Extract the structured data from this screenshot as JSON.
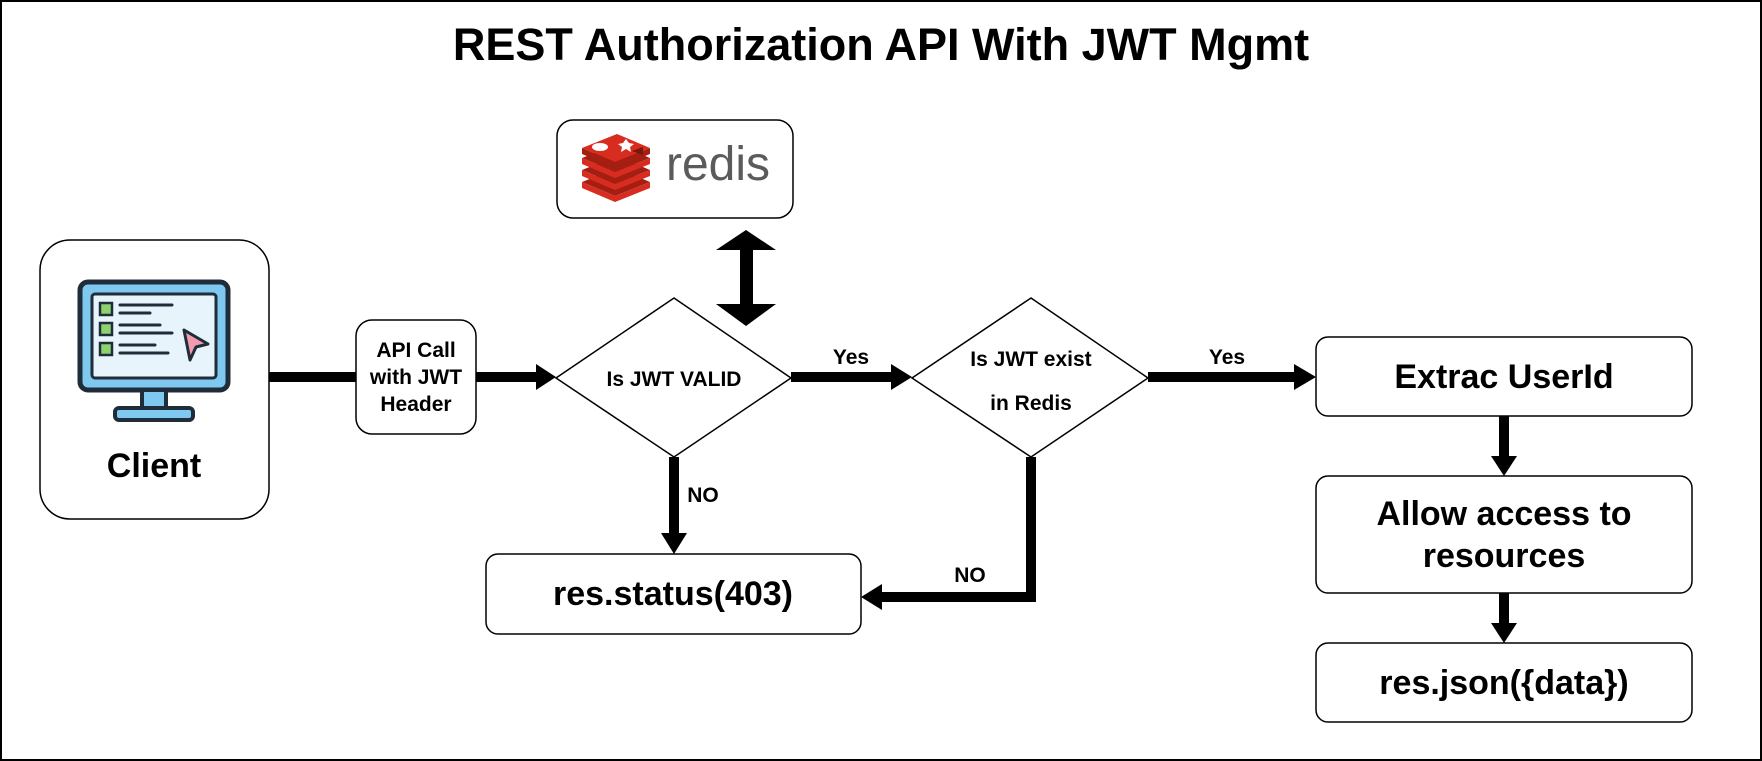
{
  "title": "REST Authorization API With JWT Mgmt",
  "colors": {
    "stroke": "#000000",
    "background": "#ffffff",
    "monitor_screen": "#cfe6f7",
    "monitor_frame": "#1f2d3a",
    "monitor_accent": "#7fc8ef",
    "list_dot": "#8ed16f",
    "cursor": "#f39ab0",
    "redis_red": "#d82c20",
    "redis_dark": "#a41e11",
    "redis_text": "#5b5b5b"
  },
  "nodes": {
    "client": {
      "label": "Client",
      "icon": "computer-monitor-icon"
    },
    "api_call": {
      "lines": [
        "API Call",
        "with JWT",
        "Header"
      ]
    },
    "redis": {
      "label": "redis",
      "icon": "redis-logo-icon"
    },
    "jwt_valid": {
      "label": "Is JWT VALID"
    },
    "jwt_exist": {
      "lines": [
        "Is JWT exist",
        "in Redis"
      ]
    },
    "status_403": {
      "label": "res.status(403)"
    },
    "extract_userid": {
      "label": "Extrac UserId"
    },
    "allow_access": {
      "lines": [
        "Allow access to",
        "resources"
      ]
    },
    "res_json": {
      "label": "res.json({data})"
    }
  },
  "edges": {
    "valid_yes": "Yes",
    "exist_yes": "Yes",
    "valid_no": "NO",
    "exist_no": "NO"
  }
}
